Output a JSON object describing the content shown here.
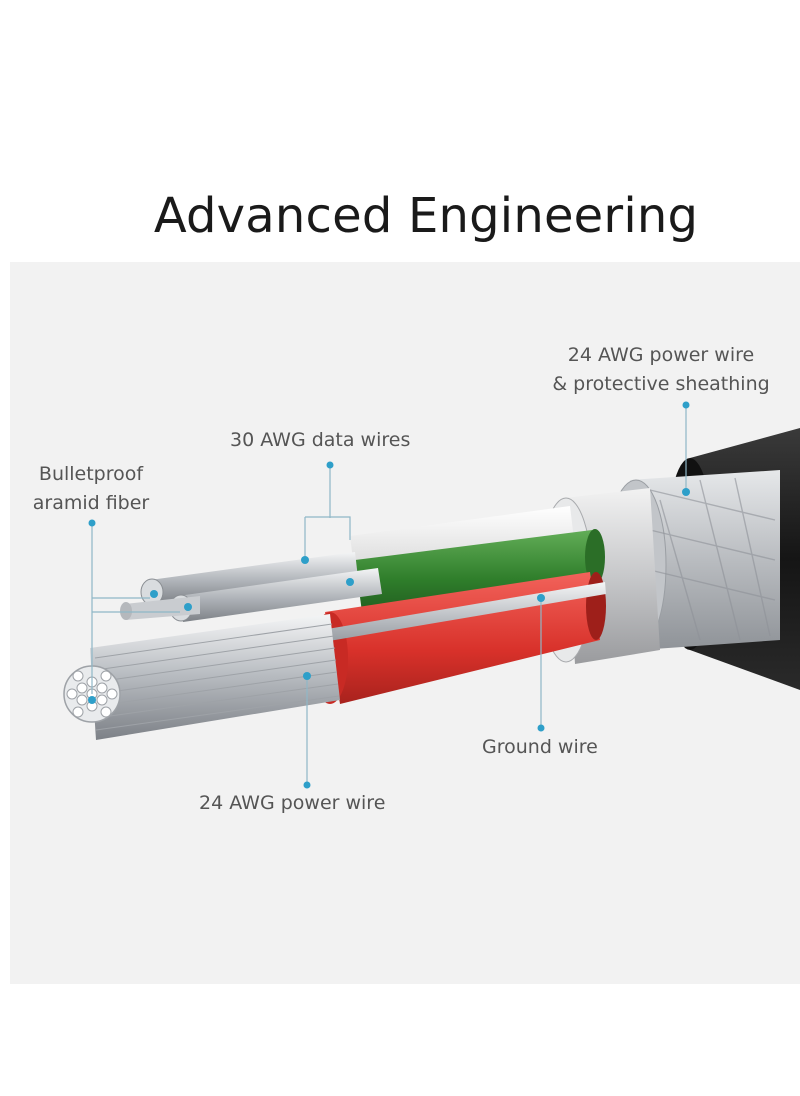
{
  "title": "Advanced Engineering",
  "accent_color": "#2e9fc9",
  "labels": {
    "power_sheath_line1": "24 AWG power wire",
    "power_sheath_line2": "& protective sheathing",
    "data_wires": "30 AWG data wires",
    "aramid_line1": "Bulletproof",
    "aramid_line2": "aramid fiber",
    "ground_wire": "Ground wire",
    "power_wire": "24 AWG power wire"
  },
  "wire_colors": {
    "outer_jacket": "#1c1c1c",
    "braid": "#c9ccd0",
    "foil": "#d7d8da",
    "white_wire": "#f4f4f4",
    "green_wire": "#3f8e3a",
    "red_wire": "#e23b33",
    "conductor": "#dcdfe2"
  }
}
